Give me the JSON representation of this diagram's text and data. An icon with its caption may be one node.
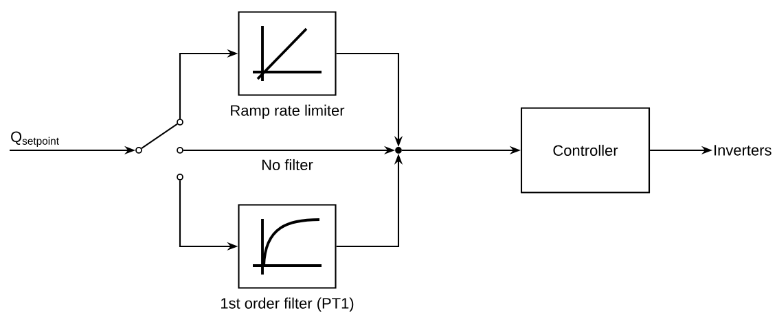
{
  "diagram": {
    "nodes": [
      {
        "text": [
          "Q$_{setpoint}$"
        ]
      },
      {
        "text": [],
        "shape": "circle"
      },
      {
        "text": [],
        "shape": "circle"
      },
      {
        "text": [],
        "shape": "circle"
      },
      {
        "text": [],
        "shape": "circle"
      },
      {
        "text": [],
        "shape": "box",
        "beside": [
          "Ramp rate limiter"
        ]
      },
      {
        "text": [],
        "shape": "box",
        "beside": [
          "1st order filter (PT1)"
        ]
      },
      {
        "text": [],
        "shape": "circle"
      },
      {
        "text": [
          "Controller"
        ]
      },
      {
        "text": [
          "Inverters"
        ]
      }
    ],
    "edges": [
      {
        "from": 0,
        "to": 1,
        "arrow": "to"
      },
      {
        "from": 1,
        "to": 2,
        "arrow": "none"
      },
      {
        "from": 2,
        "to": 5,
        "arrow": "to"
      },
      {
        "from": 3,
        "to": 7,
        "arrow": "to",
        "label": "No filter"
      },
      {
        "from": 4,
        "to": 6,
        "arrow": "to"
      },
      {
        "from": 5,
        "to": 7,
        "arrow": "to"
      },
      {
        "from": 6,
        "to": 7,
        "arrow": "to"
      },
      {
        "from": 7,
        "to": 8,
        "arrow": "to"
      },
      {
        "from": 8,
        "to": 9,
        "arrow": "to"
      }
    ]
  }
}
